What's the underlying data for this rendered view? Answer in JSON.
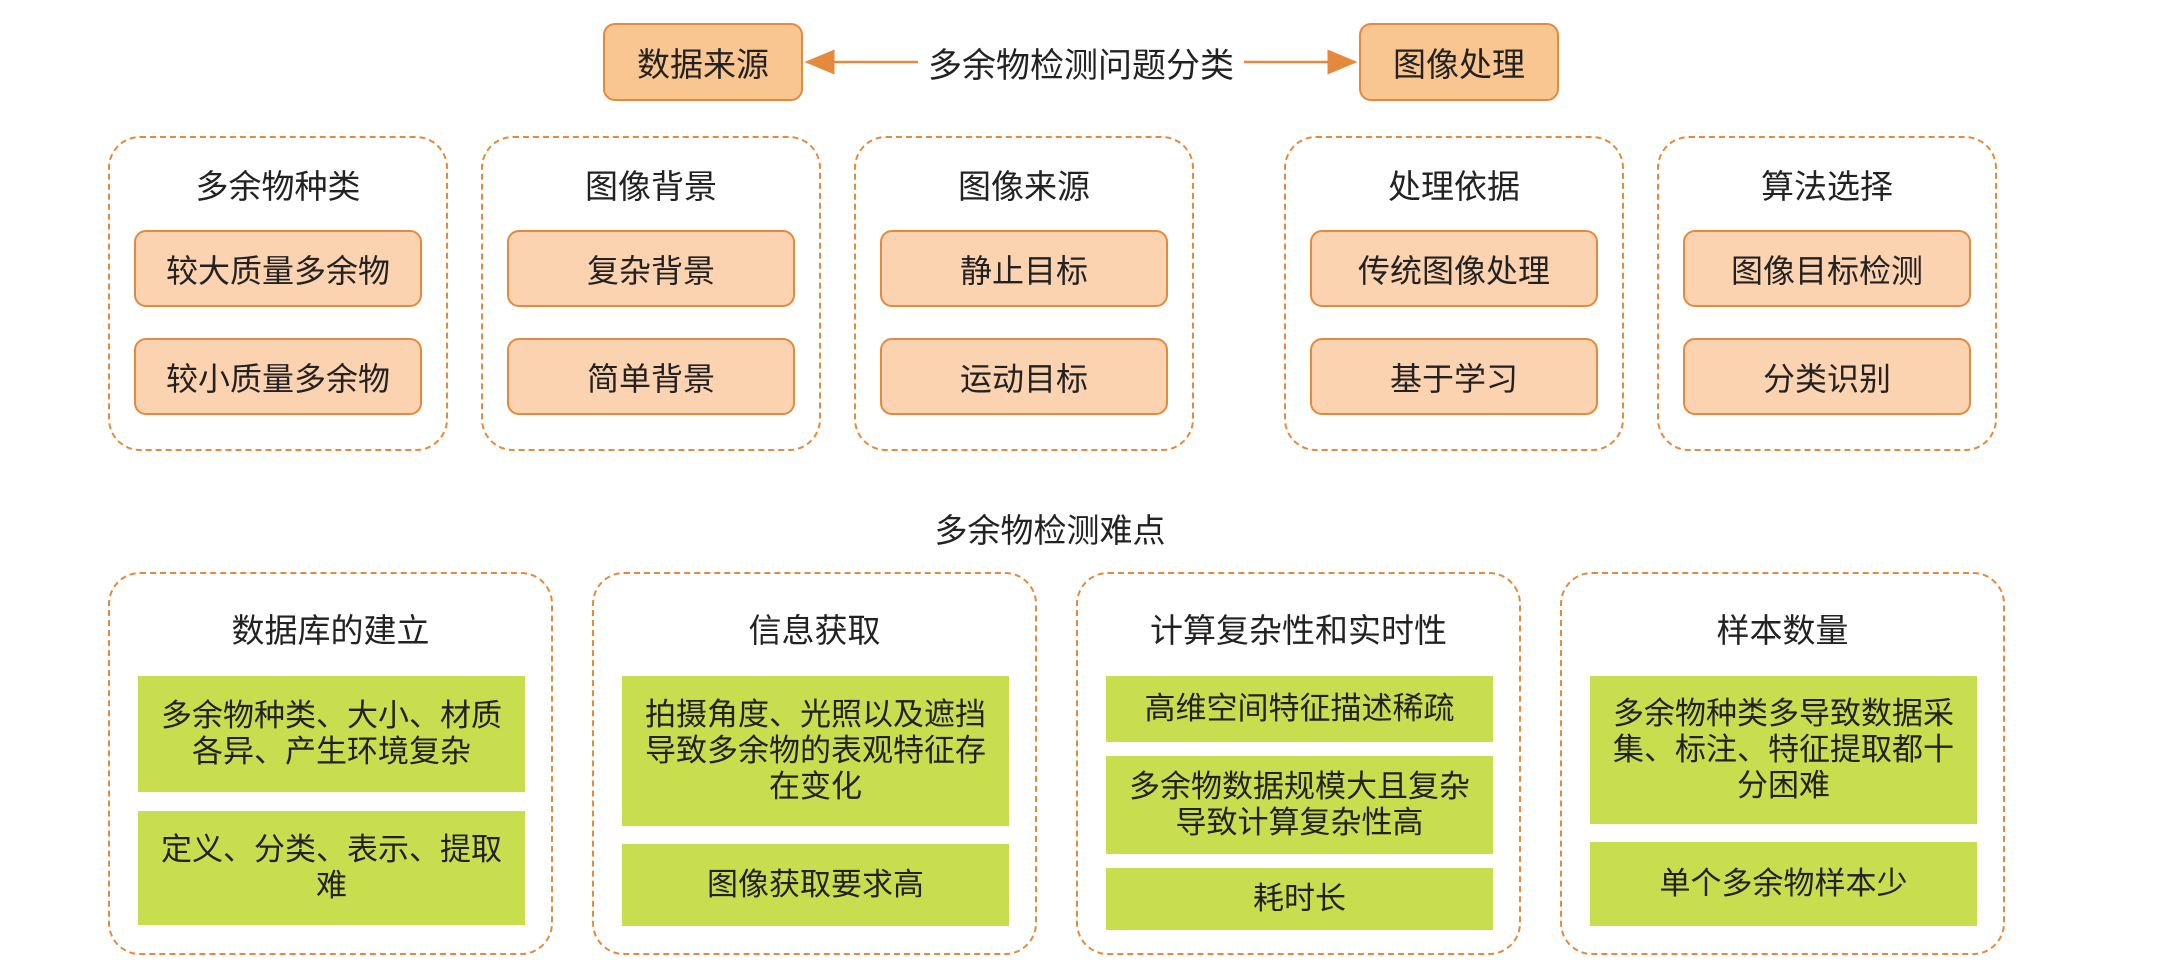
{
  "top": {
    "left_box": "数据来源",
    "center_title": "多余物检测问题分类",
    "right_box": "图像处理"
  },
  "categories": [
    {
      "title": "多余物种类",
      "items": [
        "较大质量多余物",
        "较小质量多余物"
      ]
    },
    {
      "title": "图像背景",
      "items": [
        "复杂背景",
        "简单背景"
      ]
    },
    {
      "title": "图像来源",
      "items": [
        "静止目标",
        "运动目标"
      ]
    },
    {
      "title": "处理依据",
      "items": [
        "传统图像处理",
        "基于学习"
      ]
    },
    {
      "title": "算法选择",
      "items": [
        "图像目标检测",
        "分类识别"
      ]
    }
  ],
  "difficulty_title": "多余物检测难点",
  "difficulties": [
    {
      "title": "数据库的建立",
      "items": [
        "多余物种类、大小、材质各异、产生环境复杂",
        "定义、分类、表示、提取难"
      ]
    },
    {
      "title": "信息获取",
      "items": [
        "拍摄角度、光照以及遮挡导致多余物的表观特征存在变化",
        "图像获取要求高"
      ]
    },
    {
      "title": "计算复杂性和实时性",
      "items": [
        "高维空间特征描述稀疏",
        "多余物数据规模大且复杂导致计算复杂性高",
        "耗时长"
      ]
    },
    {
      "title": "样本数量",
      "items": [
        "多余物种类多导致数据采集、标注、特征提取都十分困难",
        "单个多余物样本少"
      ]
    }
  ],
  "colors": {
    "accent_orange": "#e58a3c",
    "header_fill": "#f9c590",
    "item_fill": "#fcd3b0",
    "green_fill": "#c9de4e"
  }
}
